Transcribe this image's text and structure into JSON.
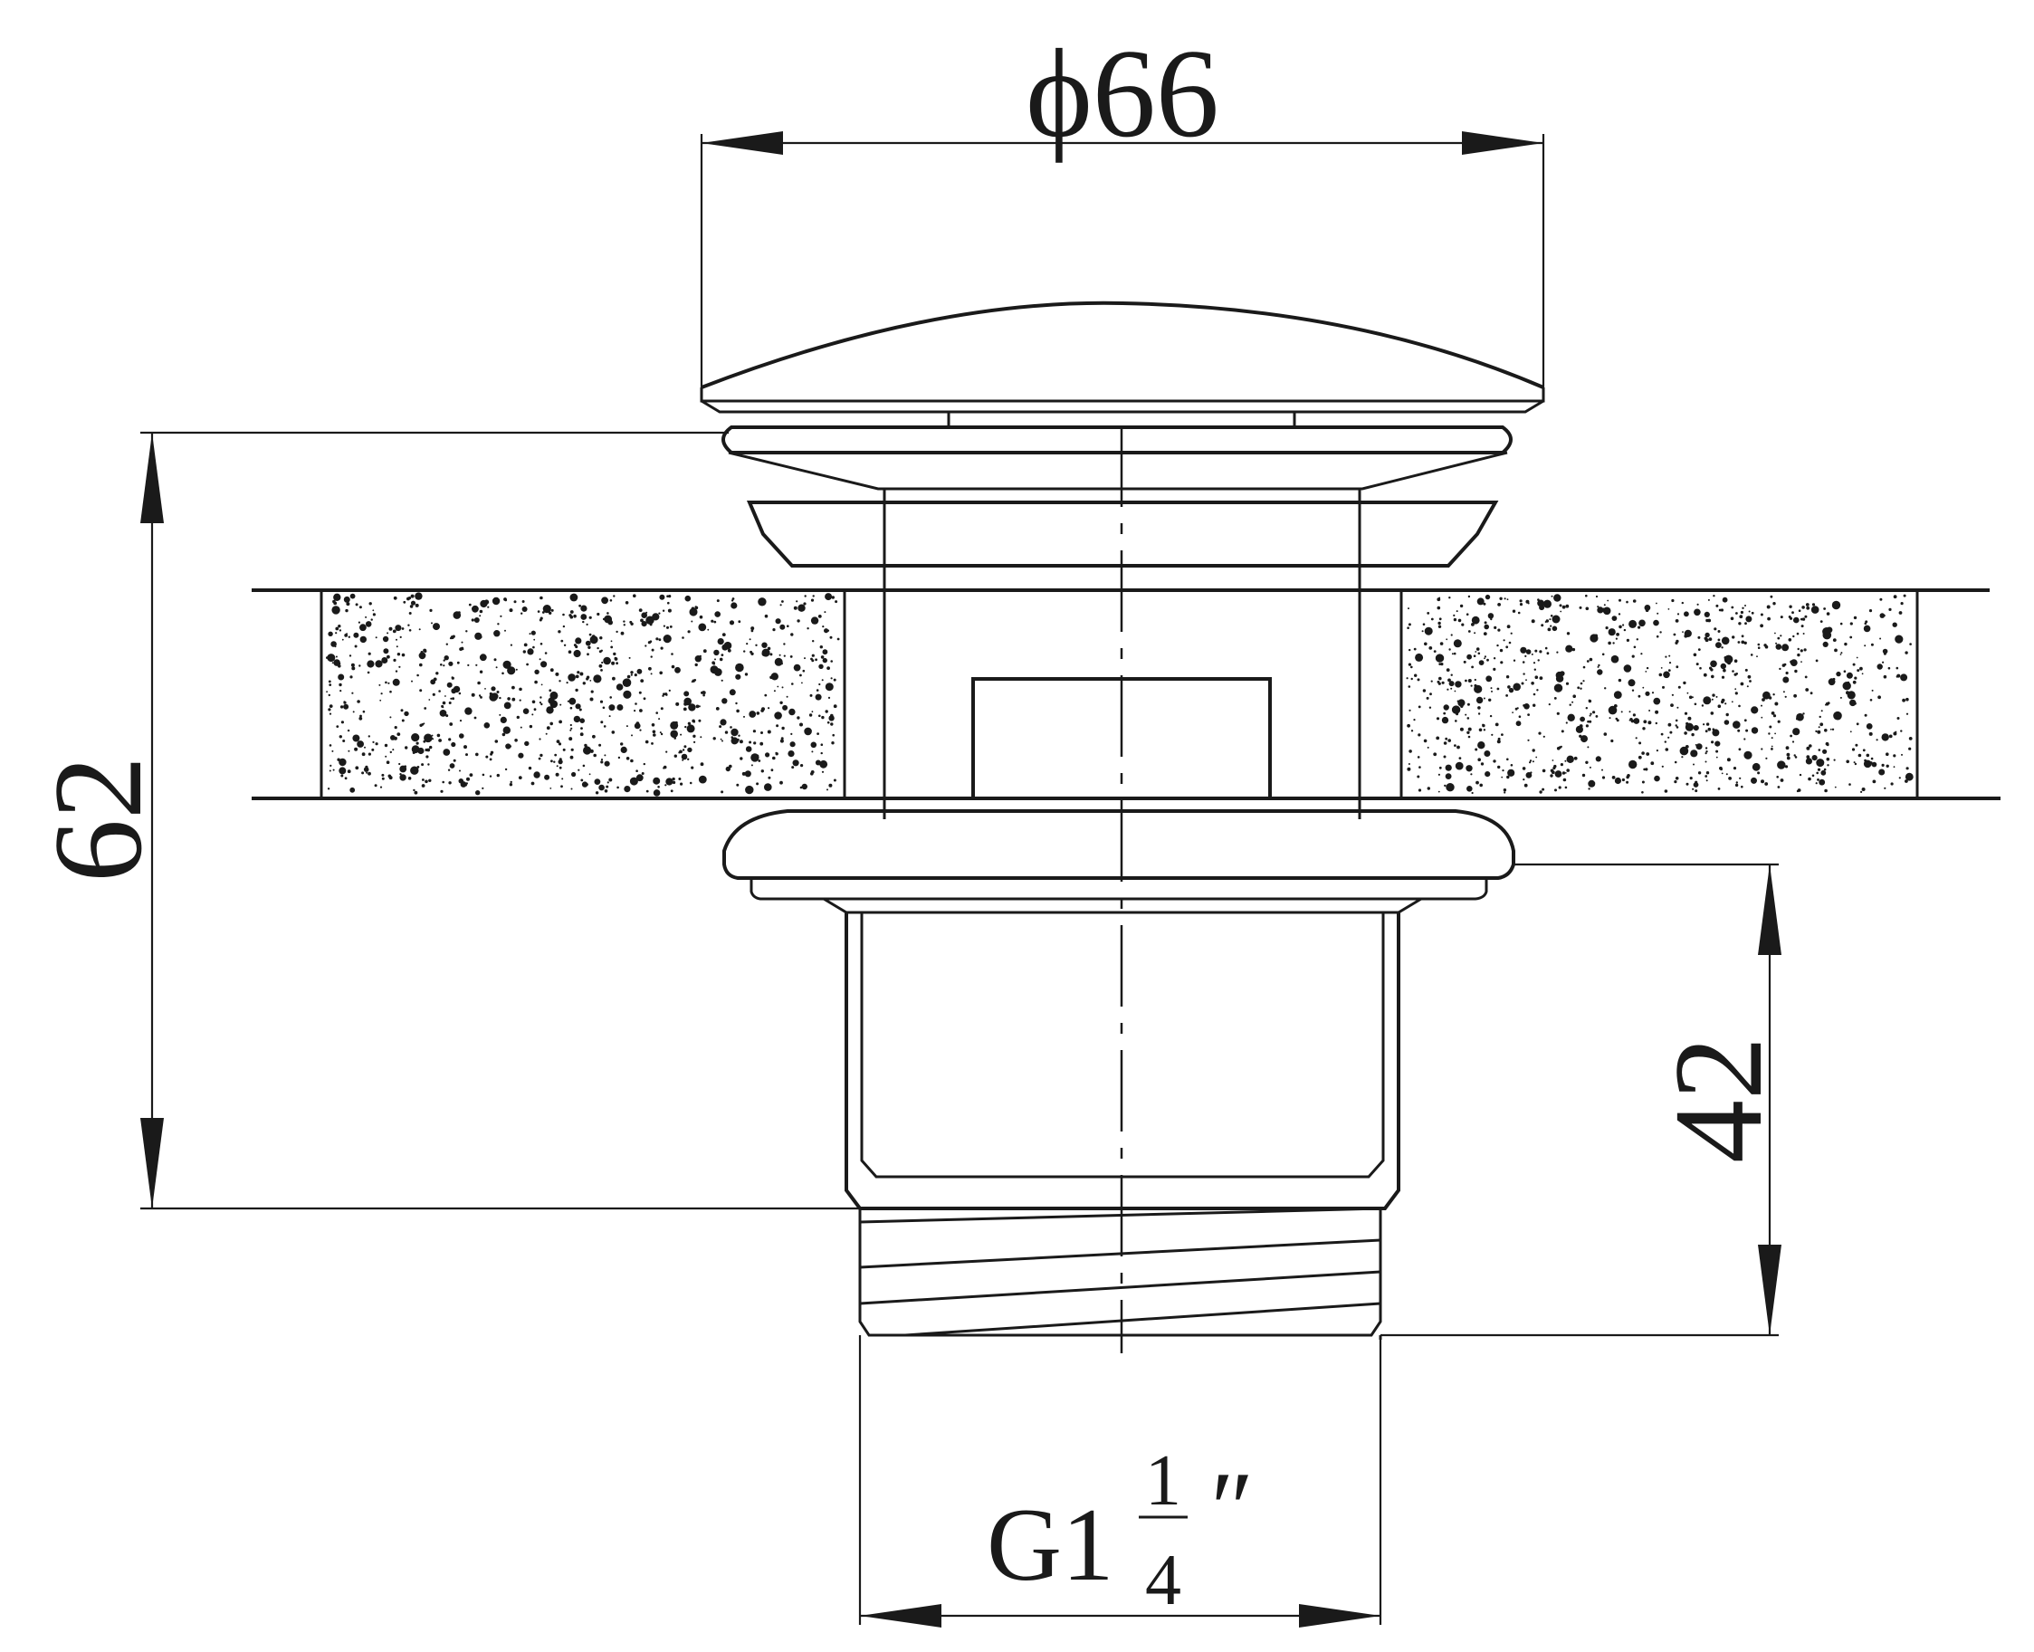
{
  "dimensions": {
    "cap_diameter": "ϕ66",
    "total_height": "62",
    "thread_length": "42",
    "thread_prefix": "G1",
    "thread_fraction_numerator": "1",
    "thread_fraction_denominator": "4",
    "thread_suffix": "″"
  },
  "colors": {
    "line": "#1a1a1a",
    "background": "#ffffff"
  }
}
